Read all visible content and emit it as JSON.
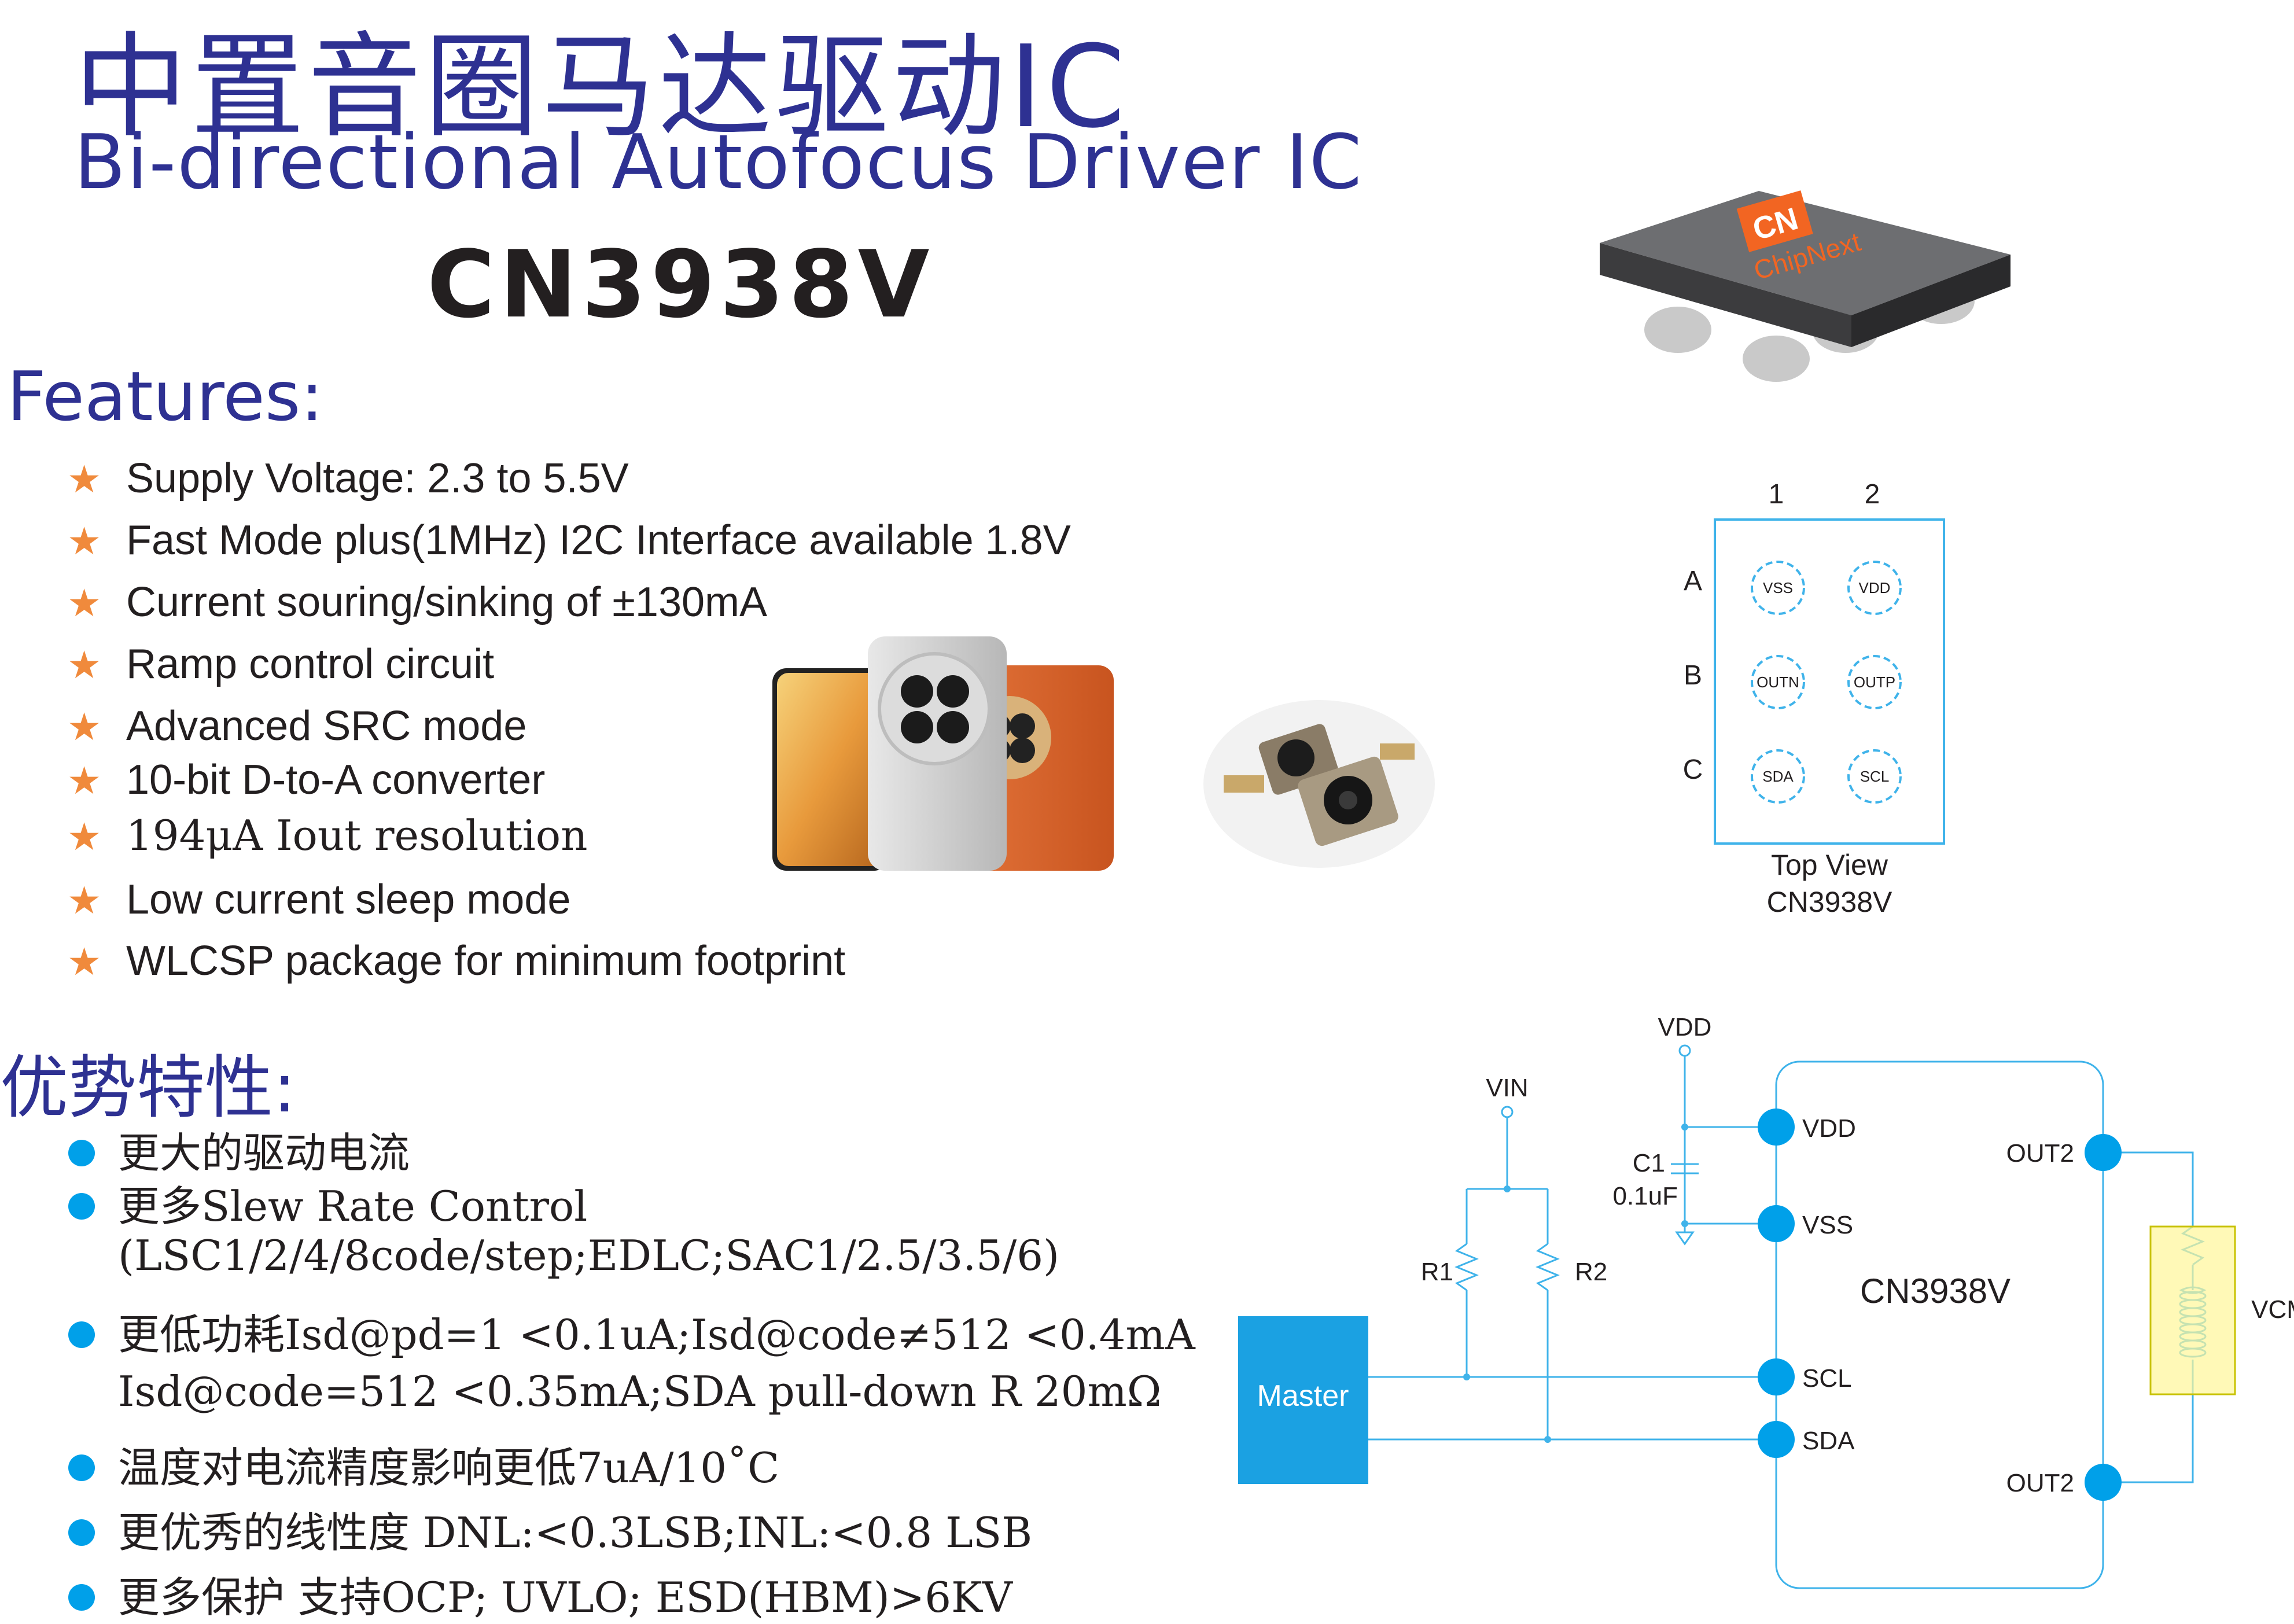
{
  "header": {
    "title_cn": "中置音圈马达驱动IC",
    "title_en": "Bi-directional Autofocus Driver IC",
    "part_number": "CN3938V"
  },
  "chip_logo": {
    "brand": "ChipNext",
    "body_color": "#58595b",
    "logo_color": "#f26522"
  },
  "features": {
    "heading": "Features:",
    "items": [
      "Supply Voltage: 2.3 to 5.5V",
      "Fast Mode plus(1MHz) I2C Interface available 1.8V",
      "Current souring/sinking of ±130mA",
      "Ramp control circuit",
      "Advanced SRC mode",
      "10-bit D-to-A converter",
      "194μA Iout resolution",
      "Low current sleep mode",
      "WLCSP package for minimum footprint"
    ]
  },
  "advantages": {
    "heading": "优势特性:",
    "items": [
      {
        "text": "更大的驱动电流"
      },
      {
        "text": "更多Slew Rate Control",
        "cont": "(LSC1/2/4/8code/step;EDLC;SAC1/2.5/3.5/6)"
      },
      {
        "text": "更低功耗Isd@pd=1 <0.1uA;Isd@code≠512 <0.4mA",
        "cont": "Isd@code=512 <0.35mA;SDA pull-down R 20mΩ"
      },
      {
        "text": "温度对电流精度影响更低7uA/10˚C"
      },
      {
        "text": "更优秀的线性度 DNL:<0.3LSB;INL:<0.8 LSB"
      },
      {
        "text": "更多保护 支持OCP; UVLO; ESD(HBM)>6KV"
      }
    ]
  },
  "pinout": {
    "columns": [
      "1",
      "2"
    ],
    "rows": [
      "A",
      "B",
      "C"
    ],
    "pins": [
      [
        "VSS",
        "VDD"
      ],
      [
        "OUTN",
        "OUTP"
      ],
      [
        "SDA",
        "SCL"
      ]
    ],
    "caption": "Top View",
    "part": "CN3938V"
  },
  "schematic": {
    "vdd": "VDD",
    "vin": "VIN",
    "cap_name": "C1",
    "cap_value": "0.1uF",
    "r1": "R1",
    "r2": "R2",
    "master": "Master",
    "chip": "CN3938V",
    "pin_vdd": "VDD",
    "pin_vss": "VSS",
    "pin_scl": "SCL",
    "pin_sda": "SDA",
    "out_top": "OUT2",
    "out_bottom": "OUT2",
    "vcm": "VCM",
    "line_color": "#00a0e9",
    "master_color": "#1ba1e2",
    "vcm_color": "#fff799"
  }
}
